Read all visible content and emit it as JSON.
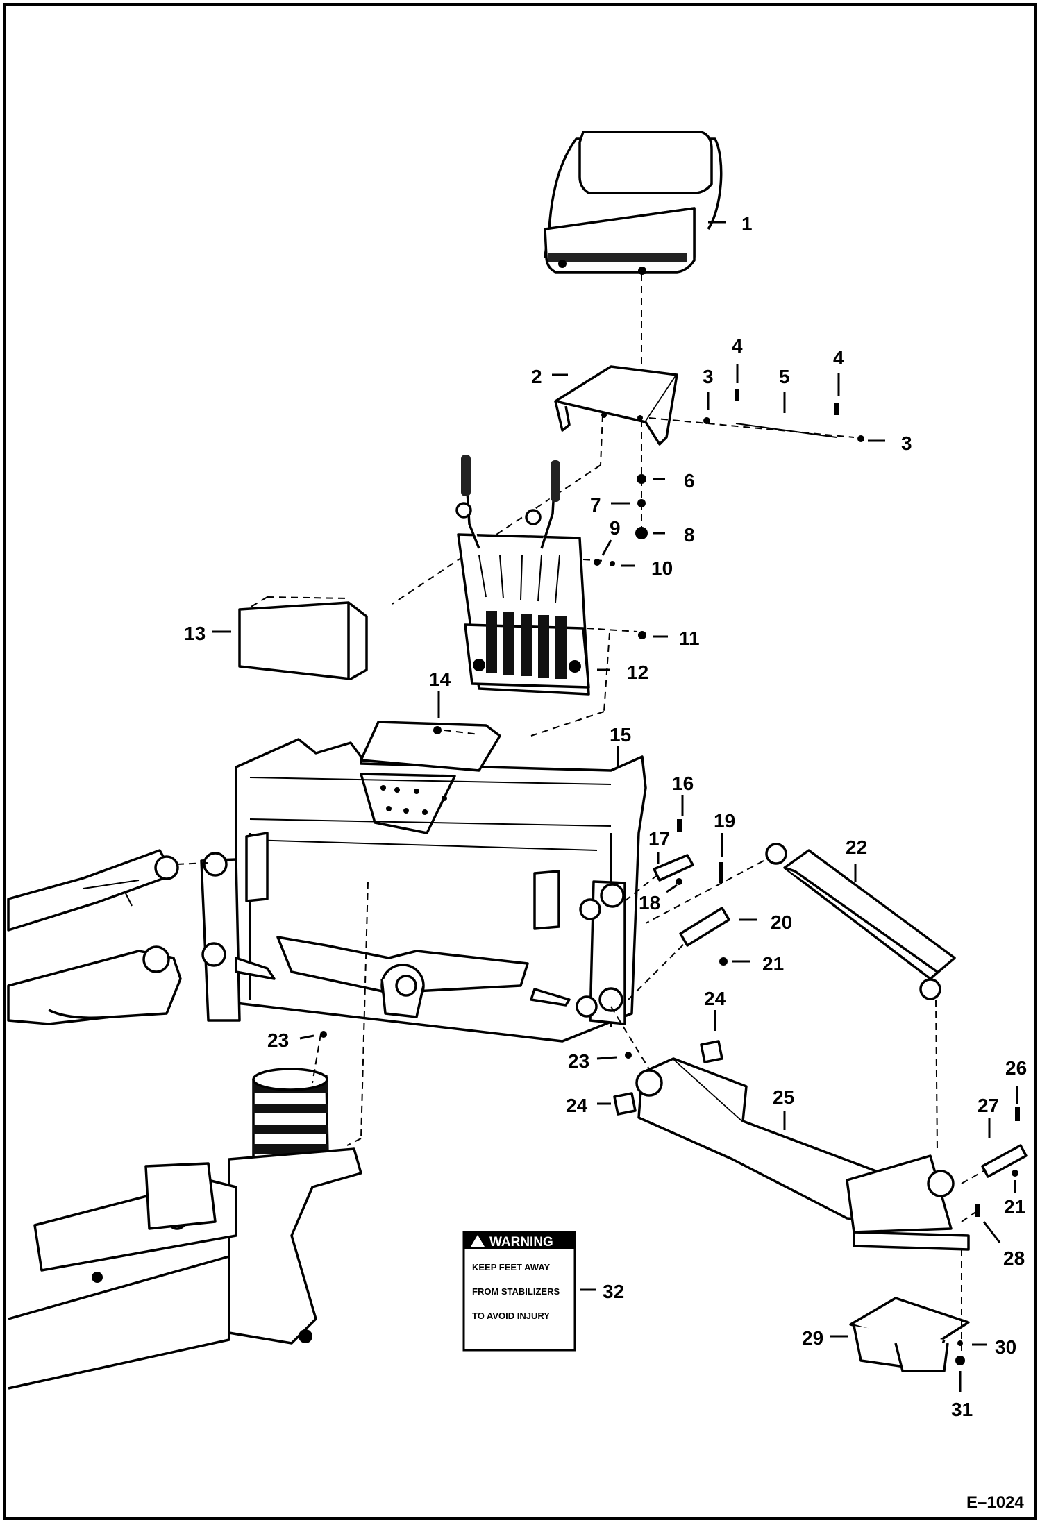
{
  "drawing_number": "E–1024",
  "callouts": [
    {
      "id": "c1",
      "label": "1"
    },
    {
      "id": "c2",
      "label": "2"
    },
    {
      "id": "c3a",
      "label": "3"
    },
    {
      "id": "c3b",
      "label": "3"
    },
    {
      "id": "c4a",
      "label": "4"
    },
    {
      "id": "c4b",
      "label": "4"
    },
    {
      "id": "c5",
      "label": "5"
    },
    {
      "id": "c6",
      "label": "6"
    },
    {
      "id": "c7",
      "label": "7"
    },
    {
      "id": "c8",
      "label": "8"
    },
    {
      "id": "c9",
      "label": "9"
    },
    {
      "id": "c10",
      "label": "10"
    },
    {
      "id": "c11",
      "label": "11"
    },
    {
      "id": "c12",
      "label": "12"
    },
    {
      "id": "c13",
      "label": "13"
    },
    {
      "id": "c14",
      "label": "14"
    },
    {
      "id": "c15",
      "label": "15"
    },
    {
      "id": "c16",
      "label": "16"
    },
    {
      "id": "c17",
      "label": "17"
    },
    {
      "id": "c18",
      "label": "18"
    },
    {
      "id": "c19",
      "label": "19"
    },
    {
      "id": "c20",
      "label": "20"
    },
    {
      "id": "c21a",
      "label": "21"
    },
    {
      "id": "c21b",
      "label": "21"
    },
    {
      "id": "c22",
      "label": "22"
    },
    {
      "id": "c23a",
      "label": "23"
    },
    {
      "id": "c23b",
      "label": "23"
    },
    {
      "id": "c24a",
      "label": "24"
    },
    {
      "id": "c24b",
      "label": "24"
    },
    {
      "id": "c25",
      "label": "25"
    },
    {
      "id": "c26",
      "label": "26"
    },
    {
      "id": "c27",
      "label": "27"
    },
    {
      "id": "c28",
      "label": "28"
    },
    {
      "id": "c29",
      "label": "29"
    },
    {
      "id": "c30",
      "label": "30"
    },
    {
      "id": "c31",
      "label": "31"
    },
    {
      "id": "c32",
      "label": "32"
    }
  ],
  "warning_decal": {
    "title": "WARNING",
    "line1": "KEEP  FEET  AWAY",
    "line2": "FROM STABILIZERS",
    "line3": "TO AVOID INJURY"
  }
}
